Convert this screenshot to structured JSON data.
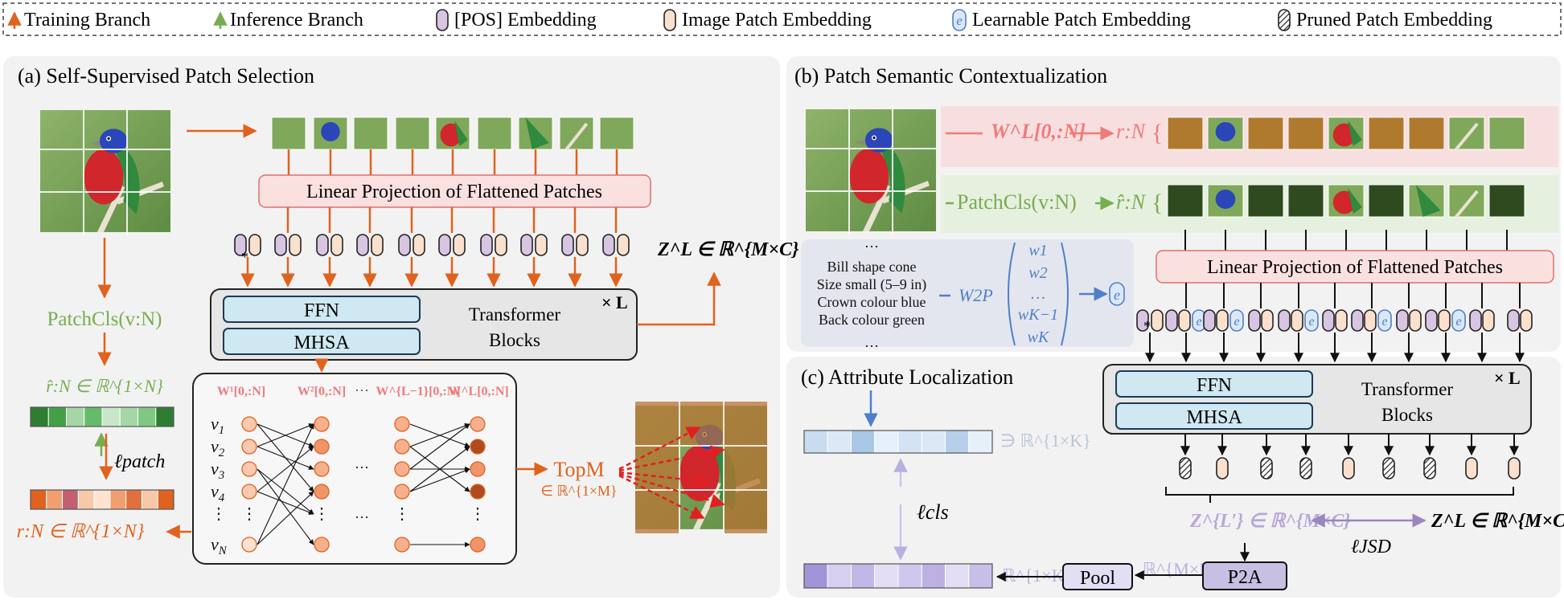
{
  "legend": {
    "training_branch": "Training Branch",
    "inference_branch": "Inference Branch",
    "pos_embedding": "[POS] Embedding",
    "image_patch_embedding": "Image Patch Embedding",
    "learnable_patch_embedding": "Learnable Patch Embedding",
    "pruned_patch_embedding": "Pruned Patch Embedding",
    "learnable_symbol": "e"
  },
  "colors": {
    "training": "#e0621e",
    "inference": "#77ad4f",
    "pos": "#d7c5e2",
    "patch": "#fbe1cd",
    "learnable": "#dbe8f8",
    "ffn": "#cfe8f1",
    "attention_weights": "#f07b7b",
    "blue_arrow": "#4f7fc8",
    "purple": "#9a86c0",
    "green_dark": "#2e7d32"
  },
  "panel_a": {
    "title": "(a) Self-Supervised Patch Selection",
    "linear_projection": "Linear Projection of Flattened Patches",
    "ffn": "FFN",
    "mhsa": "MHSA",
    "transformer_line1": "Transformer",
    "transformer_line2": "Blocks",
    "times_l": "× L",
    "output_label": "Z^L ∈ ℝ^{M×C}",
    "patchcls": "PatchCls(v:N)",
    "r_hat": "r̂:N ∈ ℝ^{1×N}",
    "loss_patch": "ℓpatch",
    "r": "r:N ∈ ℝ^{1×N}",
    "topm": "TopM",
    "topm_dim": "∈ ℝ^{1×M}",
    "asterisk": "*",
    "weights": [
      "W¹[0,:N]",
      "W²[0,:N]",
      "···",
      "W^{L−1}[0,:N]",
      "W^L[0,:N]"
    ],
    "nodes": [
      "v1",
      "v2",
      "v3",
      "v4",
      "⋮",
      "vN"
    ],
    "dots": "···",
    "vdots": "⋮"
  },
  "panel_b": {
    "title": "(b) Patch Semantic Contextualization",
    "w_label": "W^L[0,:N]",
    "r_label": "r:N",
    "patchcls": "PatchCls(v:N)",
    "r_hat_label": "r̂:N",
    "attributes": [
      "…",
      "Bill shape cone",
      "Size small (5–9 in)",
      "Crown colour blue",
      "Back colour green",
      "…"
    ],
    "w2p": "W2P",
    "w_vector": [
      "w1",
      "w2",
      "…",
      "wK−1",
      "wK"
    ],
    "linear_projection": "Linear Projection of Flattened Patches",
    "ffn": "FFN",
    "mhsa": "MHSA",
    "transformer_line1": "Transformer",
    "transformer_line2": "Blocks",
    "times_l": "× L",
    "asterisk": "*"
  },
  "panel_c": {
    "title": "(c) Attribute Localization",
    "attr_dim": "∋ ℝ^{1×K}",
    "loss_cls": "ℓcls",
    "zlp": "Z^{L′} ∈ ℝ^{M×C}",
    "zl": "Z^L ∈ ℝ^{M×C}",
    "loss_jsd": "ℓJSD",
    "p2a": "P2A",
    "mk_dim": "ℝ^{M×K}",
    "pool": "Pool",
    "k_dim": "ℝ^{1×K}"
  }
}
